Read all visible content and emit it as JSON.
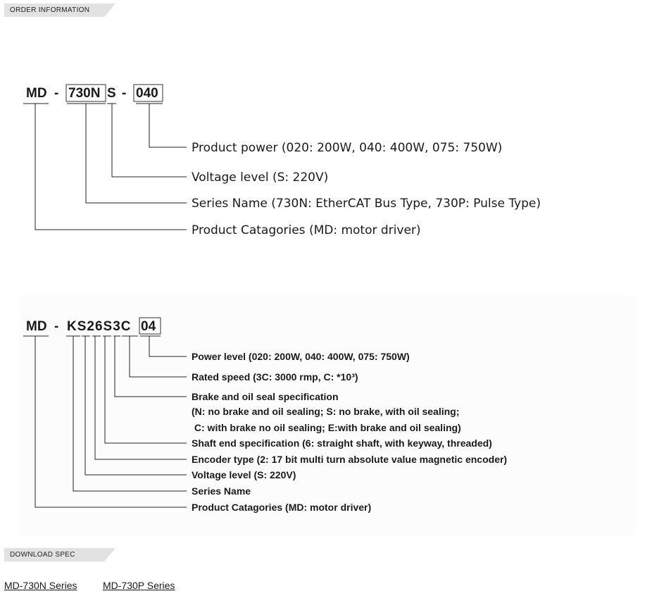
{
  "order_section": {
    "label": "ORDER INFORMATION"
  },
  "diagram1": {
    "parts": [
      "MD",
      "-",
      "730N",
      "S",
      "-",
      "040"
    ],
    "labels": [
      "Product power (020: 200W, 040: 400W, 075: 750W)",
      "Voltage level (S: 220V)",
      "Series Name (730N: EtherCAT Bus Type, 730P: Pulse Type)",
      "Product Catagories (MD: motor driver)"
    ]
  },
  "diagram2": {
    "parts": [
      "MD",
      "-",
      "KS26S3C",
      "04"
    ],
    "labels": [
      "Power level (020: 200W, 040: 400W, 075: 750W)",
      "Rated speed (3C: 3000 rmp, C: *10³)",
      "Brake and oil seal specification",
      "(N: no brake and oil sealing; S: no brake, with oil sealing;",
      " C: with brake no oil sealing; E:with brake and oil sealing)",
      "Shaft end specification (6: straight shaft, with keyway, threaded)",
      "Encoder type (2: 17 bit multi turn absolute value magnetic encoder)",
      "Voltage level (S: 220V)",
      "Series Name",
      "Product Catagories (MD: motor driver)"
    ]
  },
  "download_section": {
    "label": "DOWNLOAD SPEC",
    "links": [
      "MD-730N Series",
      "MD-730P Series"
    ]
  }
}
